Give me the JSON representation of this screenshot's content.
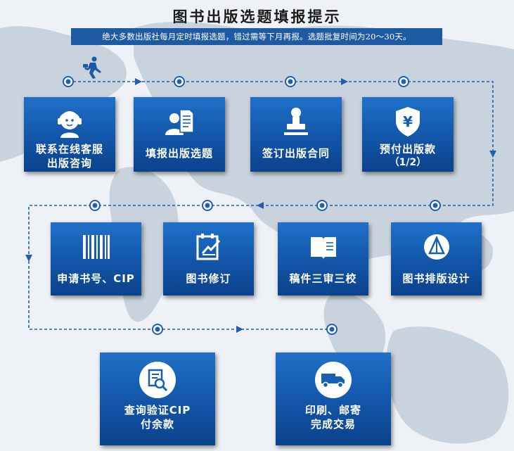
{
  "title": "图书出版选题填报提示",
  "subtitle": "绝大多数出版社每月定时填报选题，错过需等下月再报。选题批复时间为20～30天。",
  "steps": [
    {
      "label": "联系在线客服",
      "label2": "出版咨询",
      "icon": "customer-service-icon"
    },
    {
      "label": "填报出版选题",
      "label2": "",
      "icon": "fill-form-icon"
    },
    {
      "label": "签订出版合同",
      "label2": "",
      "icon": "stamp-icon"
    },
    {
      "label": "预付出版款",
      "label2": "（1/2）",
      "icon": "yen-shield-icon"
    },
    {
      "label": "图书排版设计",
      "label2": "",
      "icon": "layout-design-icon"
    },
    {
      "label": "稿件三审三校",
      "label2": "",
      "icon": "open-book-icon"
    },
    {
      "label": "图书修订",
      "label2": "",
      "icon": "edit-document-icon"
    },
    {
      "label": "申请书号、CIP",
      "label2": "",
      "icon": "barcode-icon"
    },
    {
      "label": "查询验证CIP",
      "label2": "付余款",
      "icon": "document-search-icon"
    },
    {
      "label": "印刷、邮寄",
      "label2": "完成交易",
      "icon": "delivery-truck-icon"
    }
  ],
  "colors": {
    "card": "#1660b4",
    "line": "#1f5eb0",
    "banner": "#1d5aa3"
  }
}
